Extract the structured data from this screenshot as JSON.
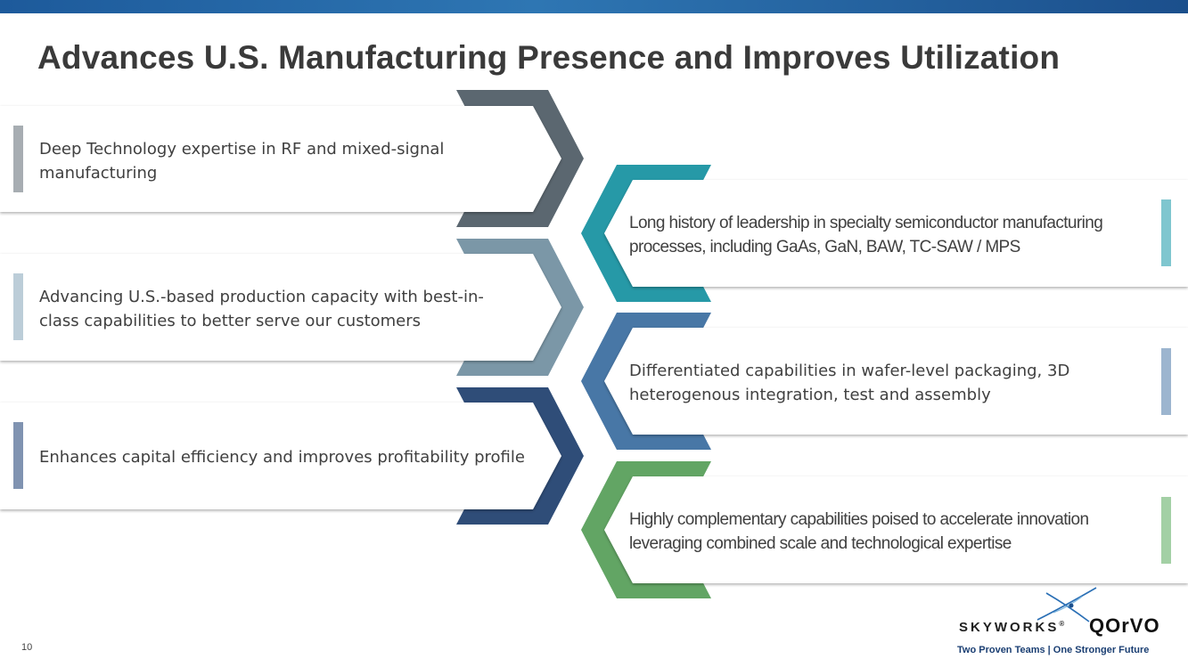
{
  "slide": {
    "title": "Advances U.S. Manufacturing Presence and Improves Utilization",
    "page_number": "10"
  },
  "left_items": [
    {
      "text_line1": "Deep Technology expertise in RF and mixed-signal",
      "text_line2": "manufacturing",
      "color": "#5b6770",
      "accent_color": "#a7adb2"
    },
    {
      "text_line1": "Advancing U.S.-based production capacity with best-in-",
      "text_line2": "class capabilities to better serve our customers",
      "color": "#7b97a7",
      "accent_color": "#bccdd8"
    },
    {
      "text_line1": "Enhances capital efficiency and improves profitability profile",
      "text_line2": "",
      "color": "#2f4d78",
      "accent_color": "#8093b1"
    }
  ],
  "right_items": [
    {
      "text_line1": "Long history of leadership in specialty semiconductor  manufacturing",
      "text_line2": "processes, including GaAs, GaN, BAW, TC-SAW / MPS",
      "color": "#2699a7",
      "accent_color": "#7fc6cf"
    },
    {
      "text_line1": "Differentiated capabilities in wafer-level packaging, 3D",
      "text_line2": "heterogenous integration, test and assembly",
      "color": "#4877a6",
      "accent_color": "#9cb5cf"
    },
    {
      "text_line1": "Highly complementary capabilities poised to accelerate innovation",
      "text_line2": "leveraging combined scale and technological expertise",
      "color": "#62a564",
      "accent_color": "#a3d0a5"
    }
  ],
  "footer": {
    "logo_left": "SKYWORKS",
    "logo_left_mark": "®",
    "logo_right": "QOrVO",
    "tagline": "Two Proven Teams | One Stronger Future"
  }
}
